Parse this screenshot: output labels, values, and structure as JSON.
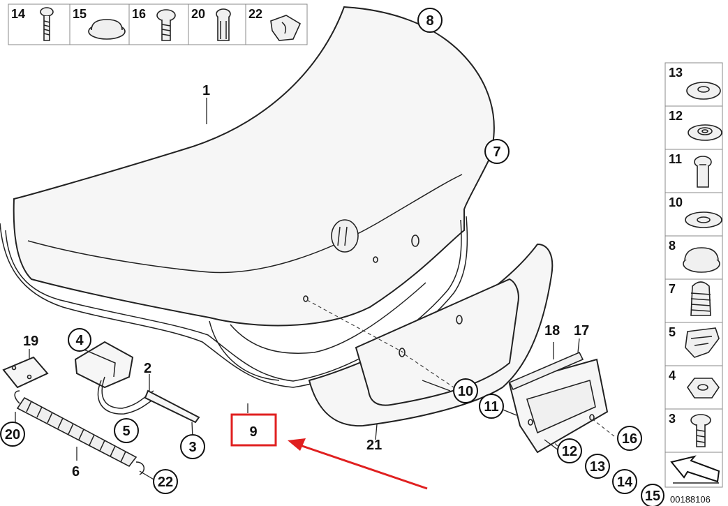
{
  "callouts": {
    "c1": "1",
    "c2": "2",
    "c3": "3",
    "c4": "4",
    "c5": "5",
    "c6": "6",
    "c7": "7",
    "c8": "8",
    "c9": "9",
    "c10": "10",
    "c11": "11",
    "c12": "12",
    "c13": "13",
    "c14": "14",
    "c15": "15",
    "c16": "16",
    "c17": "17",
    "c18": "18",
    "c19": "19",
    "c20": "20",
    "c21": "21",
    "c22": "22"
  },
  "top_panel": {
    "items": [
      {
        "label": "14",
        "icon": "screw-icon"
      },
      {
        "label": "15",
        "icon": "grommet-icon"
      },
      {
        "label": "16",
        "icon": "screw-icon"
      },
      {
        "label": "20",
        "icon": "bolt-icon"
      },
      {
        "label": "22",
        "icon": "clip-nut-icon"
      }
    ]
  },
  "side_panel": {
    "items": [
      {
        "label": "13",
        "icon": "washer-icon"
      },
      {
        "label": "12",
        "icon": "washer-icon"
      },
      {
        "label": "11",
        "icon": "bolt-icon"
      },
      {
        "label": "10",
        "icon": "washer-icon"
      },
      {
        "label": "8",
        "icon": "grommet-icon"
      },
      {
        "label": "7",
        "icon": "bump-stop-icon"
      },
      {
        "label": "5",
        "icon": "clip-icon"
      },
      {
        "label": "4",
        "icon": "nut-icon"
      },
      {
        "label": "3",
        "icon": "screw-icon"
      }
    ]
  },
  "catalog_number": "00188106",
  "highlight": {
    "label": "9",
    "color": "#e02020"
  }
}
